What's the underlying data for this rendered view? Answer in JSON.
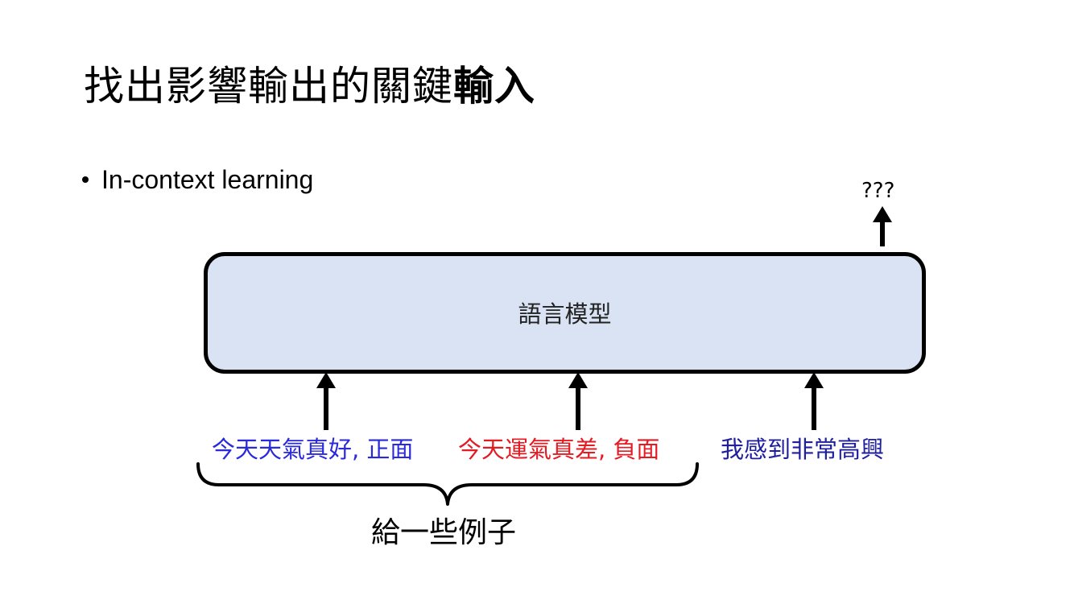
{
  "slide": {
    "title_part1": "找出影響輸出的關鍵",
    "title_part2": "輸入",
    "bullet": "In-context learning"
  },
  "diagram": {
    "model_label": "語言模型",
    "output_label": "???",
    "examples": [
      {
        "text": "今天天氣真好, 正面",
        "color": "#2a2adb"
      },
      {
        "text": "今天運氣真差, 負面",
        "color": "#e31b23"
      },
      {
        "text": "我感到非常高興",
        "color": "#1f1f9e"
      }
    ],
    "brace_label": "給一些例子"
  }
}
